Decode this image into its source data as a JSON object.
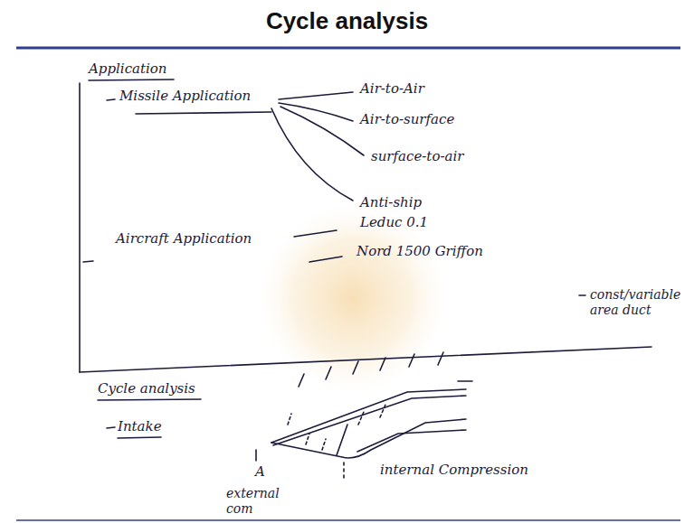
{
  "diagram": {
    "title": "Cycle analysis",
    "labels": [
      "Application",
      "Missile Application",
      "Air-to-Air",
      "Air-to-surface",
      "surface-to-air",
      "Anti-ship",
      "Aircraft Application",
      "Leduc 0.1",
      "Nord 1500 Griffon",
      "Cycle analysis",
      "Intake",
      "const/variable area duct",
      "A",
      "internal Compression",
      "external com"
    ]
  }
}
